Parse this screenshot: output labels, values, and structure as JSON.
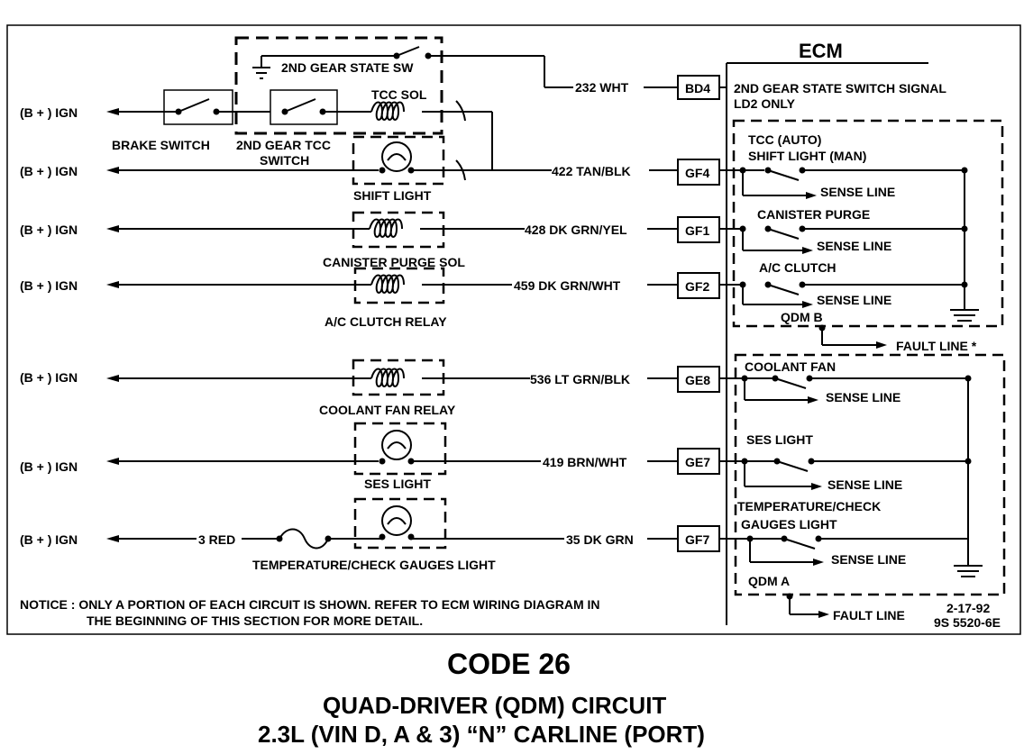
{
  "diagram": {
    "ecm_title": "ECM",
    "left_labels": {
      "r1": "(B + ) IGN",
      "r2": "(B + )  IGN",
      "r3": "(B + ) IGN",
      "r4": "(B + ) IGN",
      "r5": "(B + ) IGN",
      "r6": "(B + ) IGN",
      "r7": "(B + ) IGN"
    },
    "components": {
      "gear_state_sw": "2ND GEAR STATE SW",
      "tcc_sol": "TCC SOL",
      "brake_switch": "BRAKE SWITCH",
      "gear_tcc_switch_1": "2ND GEAR TCC",
      "gear_tcc_switch_2": "SWITCH",
      "shift_light": "SHIFT LIGHT",
      "canister_purge_sol": "CANISTER PURGE SOL",
      "ac_clutch_relay": "A/C CLUTCH RELAY",
      "coolant_fan_relay": "COOLANT FAN RELAY",
      "ses_light": "SES LIGHT",
      "temp_check_light": "TEMPERATURE/CHECK GAUGES LIGHT"
    },
    "wires": {
      "w232": "232 WHT",
      "w422": "422 TAN/BLK",
      "w428": "428 DK GRN/YEL",
      "w459": "459 DK GRN/WHT",
      "w536": "536 LT GRN/BLK",
      "w419": "419 BRN/WHT",
      "w35": "35 DK GRN",
      "w3": "3 RED"
    },
    "pins": {
      "bd4": "BD4",
      "gf4": "GF4",
      "gf1": "GF1",
      "gf2": "GF2",
      "ge8": "GE8",
      "ge7": "GE7",
      "gf7": "GF7"
    },
    "ecm_labels": {
      "gear_signal_1": "2ND GEAR STATE SWITCH SIGNAL",
      "gear_signal_2": "LD2 ONLY",
      "tcc_auto": "TCC (AUTO)",
      "shift_light_man": "SHIFT LIGHT (MAN)",
      "sense_line": "SENSE LINE",
      "canister_purge": "CANISTER PURGE",
      "ac_clutch": "A/C CLUTCH",
      "qdm_b": "QDM B",
      "fault_line_b": "FAULT LINE  *",
      "coolant_fan": "COOLANT FAN",
      "ses_light": "SES LIGHT",
      "temp_check_1": "TEMPERATURE/CHECK",
      "temp_check_2": "GAUGES LIGHT",
      "qdm_a": "QDM A",
      "fault_line_a": "FAULT LINE",
      "date": "2-17-92",
      "ref": "9S 5520-6E"
    },
    "notice_1": "NOTICE : ONLY A PORTION OF EACH CIRCUIT IS SHOWN.  REFER TO ECM WIRING DIAGRAM IN",
    "notice_2": "THE BEGINNING OF THIS SECTION FOR MORE DETAIL.",
    "code_title": "CODE 26",
    "subtitle_1": "QUAD-DRIVER (QDM) CIRCUIT",
    "subtitle_2": "2.3L  (VIN D, A & 3)  “N”  CARLINE  (PORT)"
  }
}
